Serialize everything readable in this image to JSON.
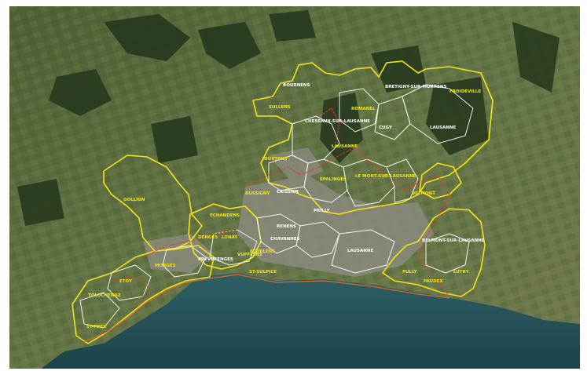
{
  "map": {
    "colors": {
      "outer_boundary": "#f2e21a",
      "commune_boundary": "#ffffff",
      "urban_zone": "#e23a2a",
      "lake": "#24515a",
      "land": "#5b6b3a"
    },
    "labels": {
      "bournens": "BOURNENS",
      "sullens": "SULLENS",
      "cheseaux": "CHESEAUX-SUR-LAUSANNE",
      "romanel": "ROMANEL",
      "lausanne_north": "LAUSANNE",
      "cugy": "CUGY",
      "froideville": "FROIDEVILLE",
      "lausanne_ne": "LAUSANNE",
      "bretigny": "BRETIGNY-SUR-MORRENS",
      "jouxtens": "JOUXTENS",
      "crissier": "CRISSIER",
      "bussigny": "BUSSIGNY",
      "prilly": "PRILLY",
      "renens": "RENENS",
      "epalinges": "EPALINGES",
      "lemont": "LE MONT-SUR-LAUSANNE",
      "belmont": "BELMONT",
      "echandens": "ECHANDENS",
      "ecublens": "ECUBLENS",
      "chavannes": "CHAVANNES",
      "stsulpice": "ST-SULPICE",
      "morges": "MORGES",
      "preverenges": "PREVERENGES",
      "lausanne_city": "LAUSANNE",
      "pully": "PULLY",
      "lutry": "LUTRY",
      "paudex": "PAUDEX",
      "belmont_se": "BELMONT-SUR-LAUSANNE",
      "lonay": "LONAY",
      "tolochenaz": "TOLOCHENAZ",
      "etoy": "ETOY",
      "vufflens": "VUFFLENS",
      "st_prex": "ST-PREX",
      "denges": "DENGES",
      "gollion": "GOLLION"
    }
  }
}
